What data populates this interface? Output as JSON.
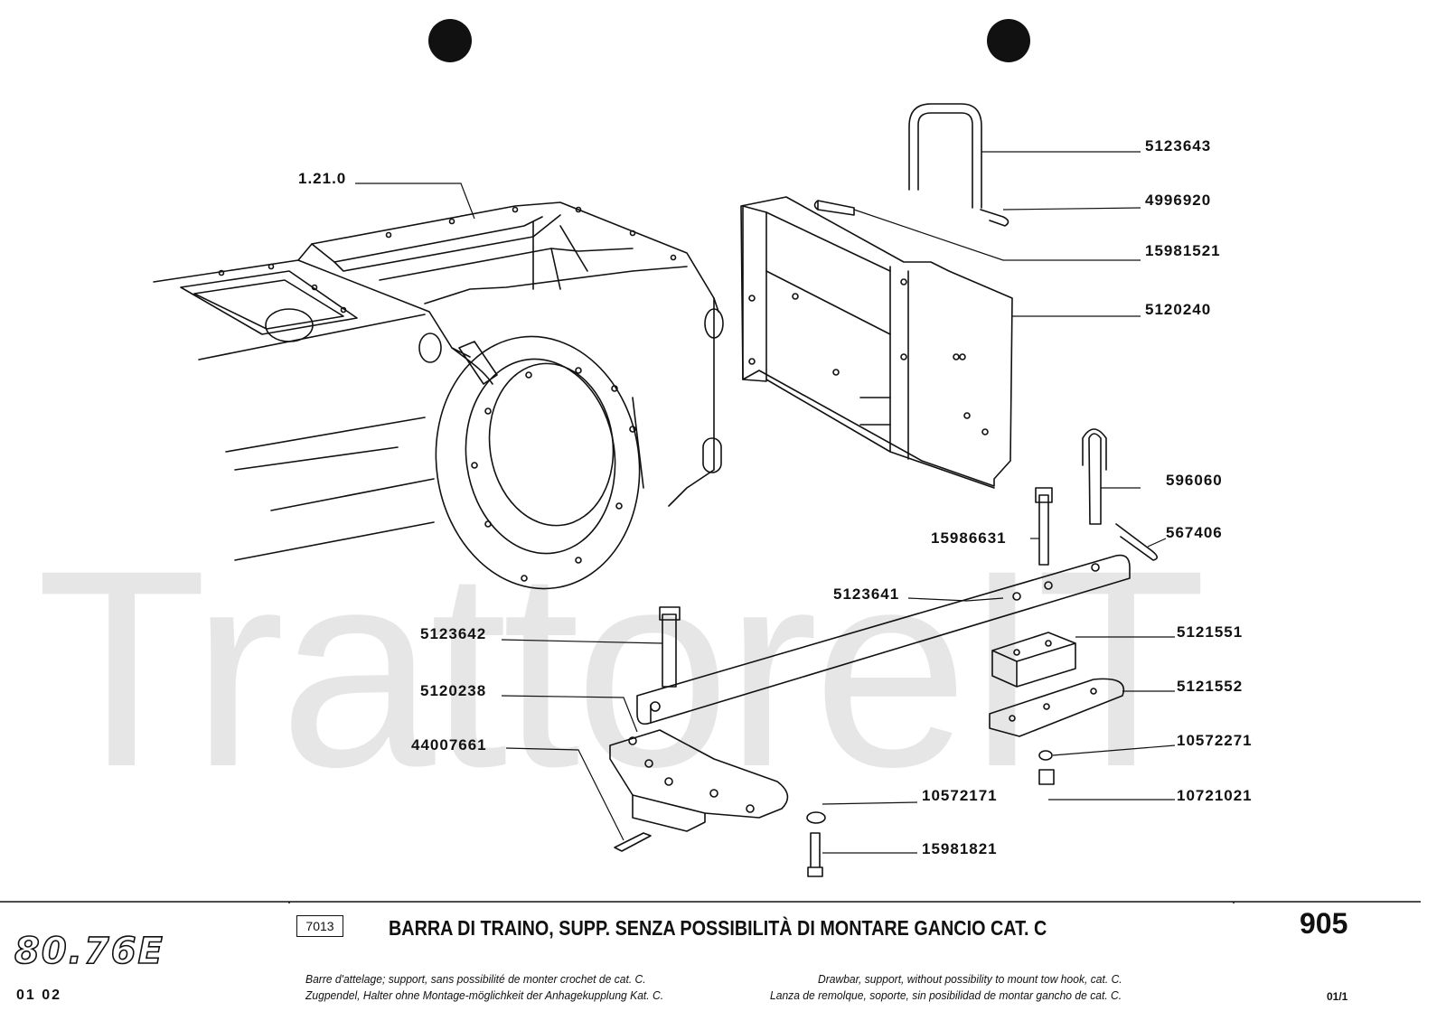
{
  "watermark": "TrattoreIT",
  "callouts": {
    "c_1_21_0": "1.21.0",
    "c_5123643": "5123643",
    "c_4996920": "4996920",
    "c_15981521": "15981521",
    "c_5120240": "5120240",
    "c_596060": "596060",
    "c_567406": "567406",
    "c_15986631": "15986631",
    "c_5123641": "5123641",
    "c_5123642": "5123642",
    "c_5121551": "5121551",
    "c_5120238": "5120238",
    "c_5121552": "5121552",
    "c_44007661": "44007661",
    "c_10572271": "10572271",
    "c_10572171": "10572171",
    "c_10721021": "10721021",
    "c_15981821": "15981821"
  },
  "footer": {
    "model": "80.76E",
    "dates": "01  02",
    "section_code": "7013",
    "title": "BARRA DI TRAINO, SUPP. SENZA POSSIBILITÀ DI MONTARE GANCIO CAT. C",
    "desc_fr": "Barre d'attelage; support, sans possibilité de monter crochet de cat. C.",
    "desc_en": "Drawbar, support, without possibility to mount tow hook, cat. C.",
    "desc_de": "Zugpendel, Halter ohne Montage-möglichkeit der Anhagekupplung Kat. C.",
    "desc_es": "Lanza de remolque, soporte, sin posibilidad de montar gancho de cat. C.",
    "page_number": "905",
    "sheet": "01/1"
  }
}
